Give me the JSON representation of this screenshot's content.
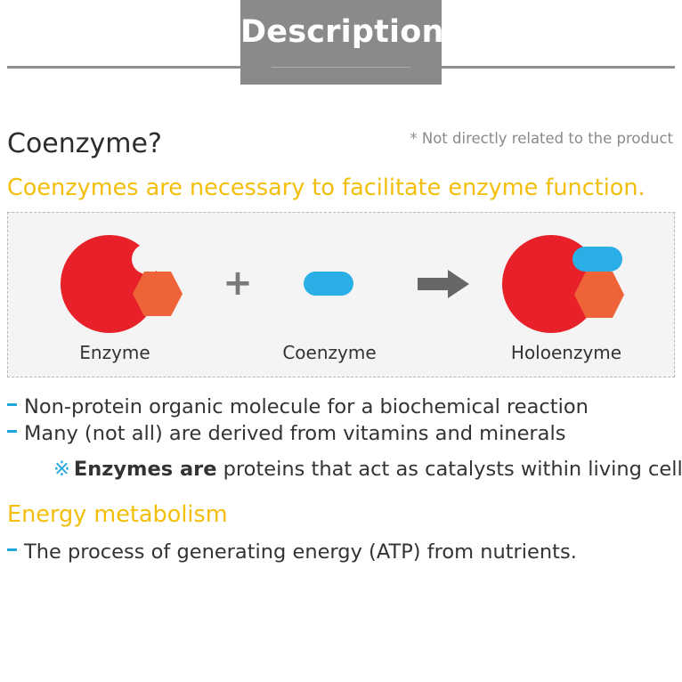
{
  "header": {
    "title": "Description"
  },
  "section1": {
    "title": "Coenzyme?",
    "note": "* Not directly related to the product",
    "subtitle": "Coenzymes are necessary to facilitate enzyme function."
  },
  "diagram": {
    "labels": {
      "enzyme": "Enzyme",
      "coenzyme": "Coenzyme",
      "holoenzyme": "Holoenzyme"
    },
    "plus_symbol": "+",
    "colors": {
      "enzyme": "#e8202a",
      "cofactor": "#ee6337",
      "coenzyme": "#2aaee6",
      "arrow": "#666666"
    }
  },
  "bullets": [
    "Non-protein organic molecule for a biochemical reaction",
    "Many (not all) are derived from vitamins and minerals"
  ],
  "enzyme_note": {
    "mark": "※",
    "bold": "Enzymes are",
    "rest": " proteins that act as catalysts within living cells."
  },
  "section2": {
    "title": "Energy metabolism",
    "bullets": [
      "The process of generating energy (ATP) from nutrients."
    ]
  },
  "colors": {
    "accent_yellow": "#f3bf0c",
    "accent_blue": "#1fa6dd",
    "header_gray": "#8a8a8a"
  }
}
